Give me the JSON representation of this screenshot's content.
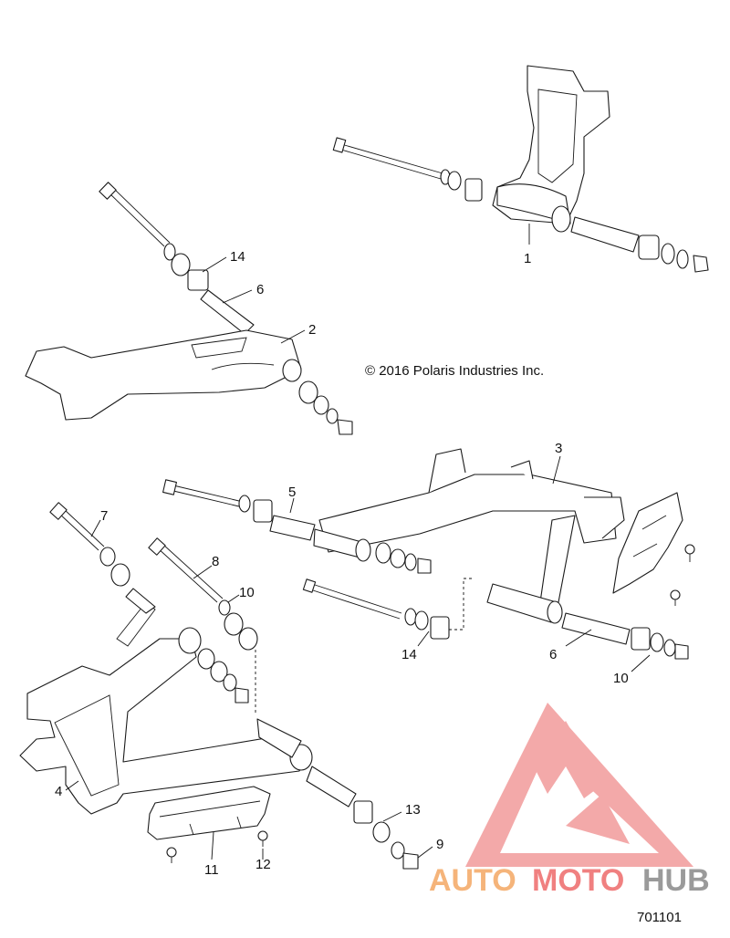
{
  "copyright": "© 2016 Polaris Industries Inc.",
  "figure_number": "701101",
  "watermark": {
    "part1": "AUTO",
    "part2": "MOTO",
    "part3": "HUB",
    "color1": "#f5b47a",
    "color2": "#f08080",
    "color3": "#9a9a9a"
  },
  "callouts": [
    {
      "label": "1"
    },
    {
      "label": "14"
    },
    {
      "label": "6"
    },
    {
      "label": "2"
    },
    {
      "label": "3"
    },
    {
      "label": "5"
    },
    {
      "label": "7"
    },
    {
      "label": "8"
    },
    {
      "label": "10"
    },
    {
      "label": "14"
    },
    {
      "label": "6"
    },
    {
      "label": "10"
    },
    {
      "label": "4"
    },
    {
      "label": "13"
    },
    {
      "label": "9"
    },
    {
      "label": "11"
    },
    {
      "label": "12"
    }
  ]
}
